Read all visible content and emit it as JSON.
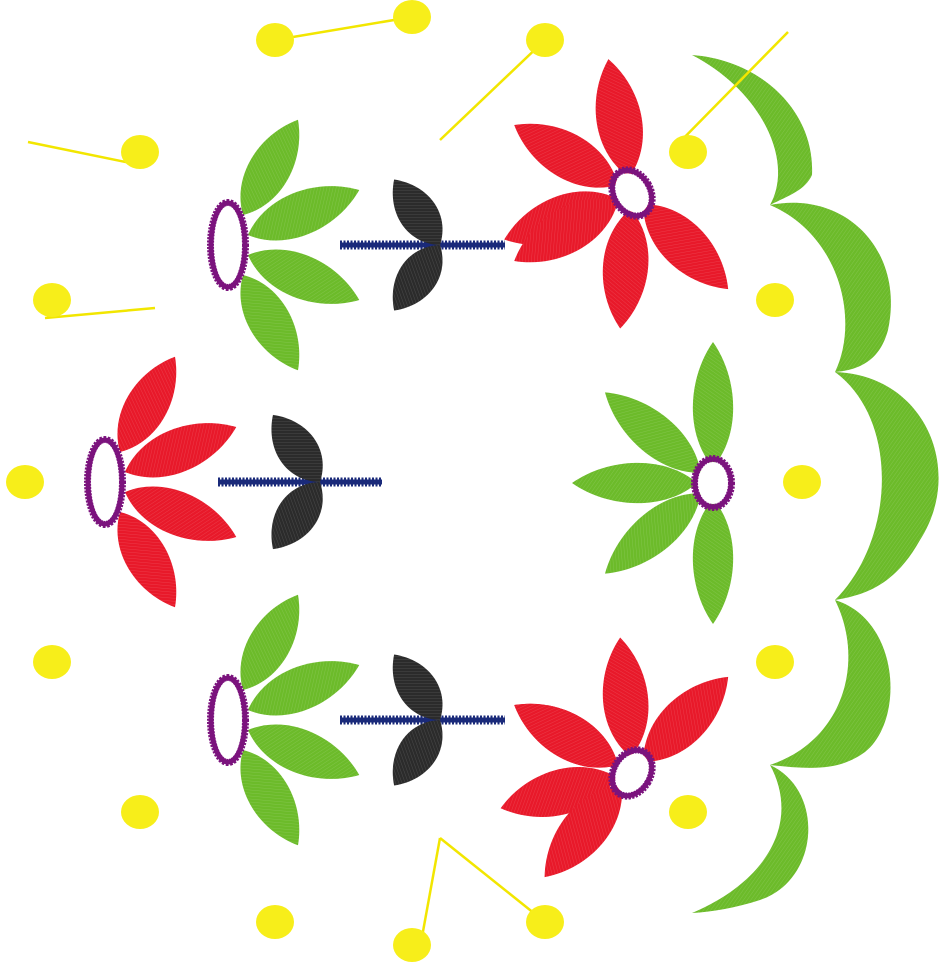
{
  "palette": {
    "background": "#ffffff",
    "leaf_green": "#6cbb2a",
    "petal_red": "#e8192a",
    "leaf_black": "#2b2b2b",
    "center_purple": "#7b137d",
    "stem_navy": "#1a2a7a",
    "dot_yellow": "#f7ee1a",
    "thread_yellow": "#f2e600"
  },
  "motifs": {
    "border": "scalloped-green-border",
    "flowers": [
      "green-leaf-sprig-top",
      "red-petal-sprig-middle",
      "green-leaf-sprig-bottom",
      "red-daisy-top",
      "green-daisy-middle",
      "red-daisy-bottom"
    ],
    "accents": [
      "yellow-dots",
      "yellow-thread-lines"
    ]
  }
}
